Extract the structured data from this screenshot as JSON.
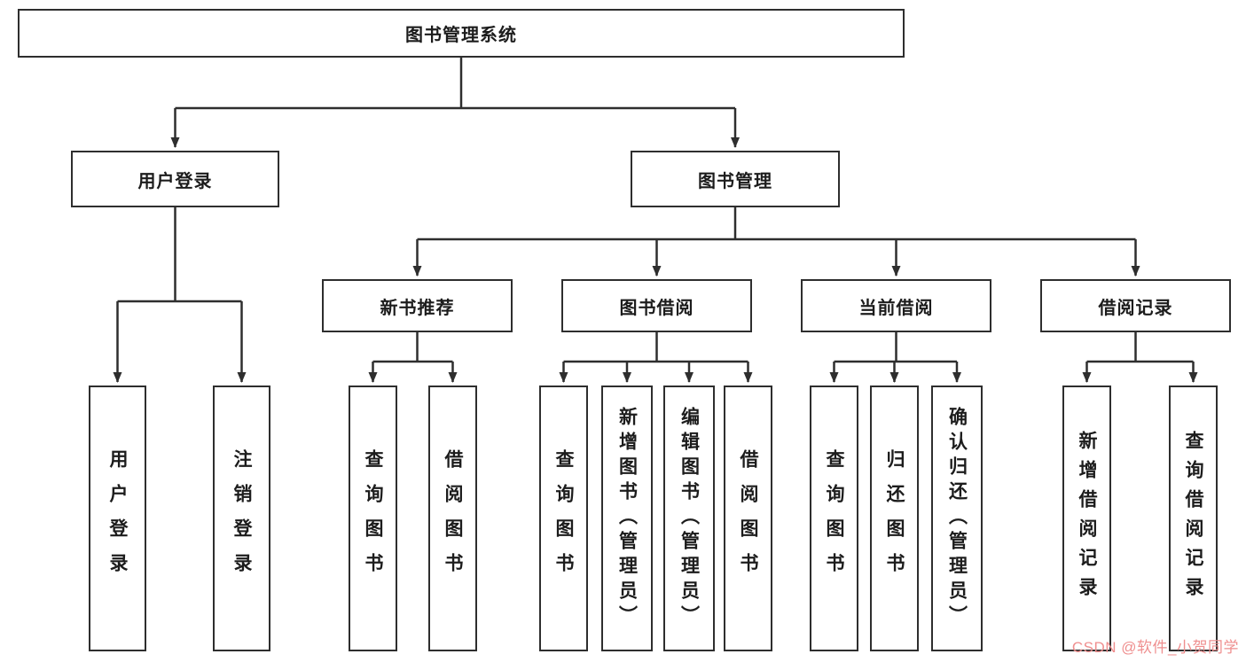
{
  "nodes": {
    "root": "图书管理系统",
    "user_login": "用户登录",
    "book_mgmt": "图书管理",
    "new_book_rec": "新书推荐",
    "book_borrow": "图书借阅",
    "current_borrow": "当前借阅",
    "borrow_records": "借阅记录",
    "user_login_leaf": "用户登录",
    "logout_leaf": "注销登录",
    "rec_query_book": "查询图书",
    "rec_borrow_book": "借阅图书",
    "bb_query_book": "查询图书",
    "bb_add_book": "新增图书（管理员）",
    "bb_edit_book": "编辑图书（管理员）",
    "bb_borrow_book": "借阅图书",
    "cb_query_book": "查询图书",
    "cb_return_book": "归还图书",
    "cb_confirm_return": "确认归还（管理员）",
    "br_add_record": "新增借阅记录",
    "br_query_record": "查询借阅记录"
  },
  "watermark": "CSDN @软件_小贺同学"
}
